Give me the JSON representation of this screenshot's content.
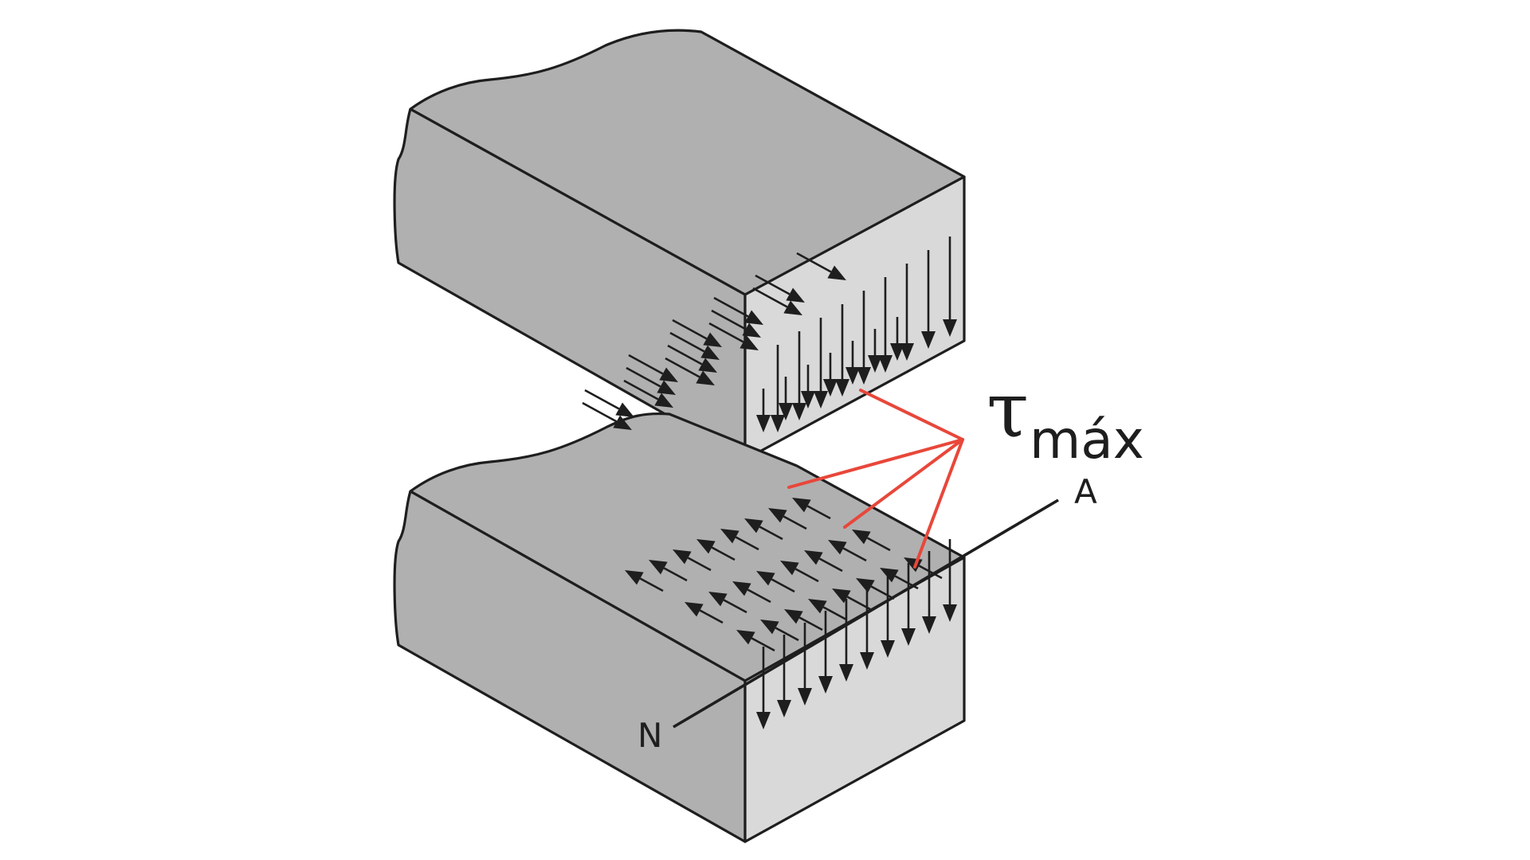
{
  "labels": {
    "tau_symbol": "τ",
    "tau_subscript": "máx",
    "axis_start": "N",
    "axis_end": "A"
  },
  "colors": {
    "block_face": "#b0b0b0",
    "block_end": "#d9d9d9",
    "outline": "#1e1e1e",
    "leader": "#e8473a",
    "background": "#ffffff"
  }
}
